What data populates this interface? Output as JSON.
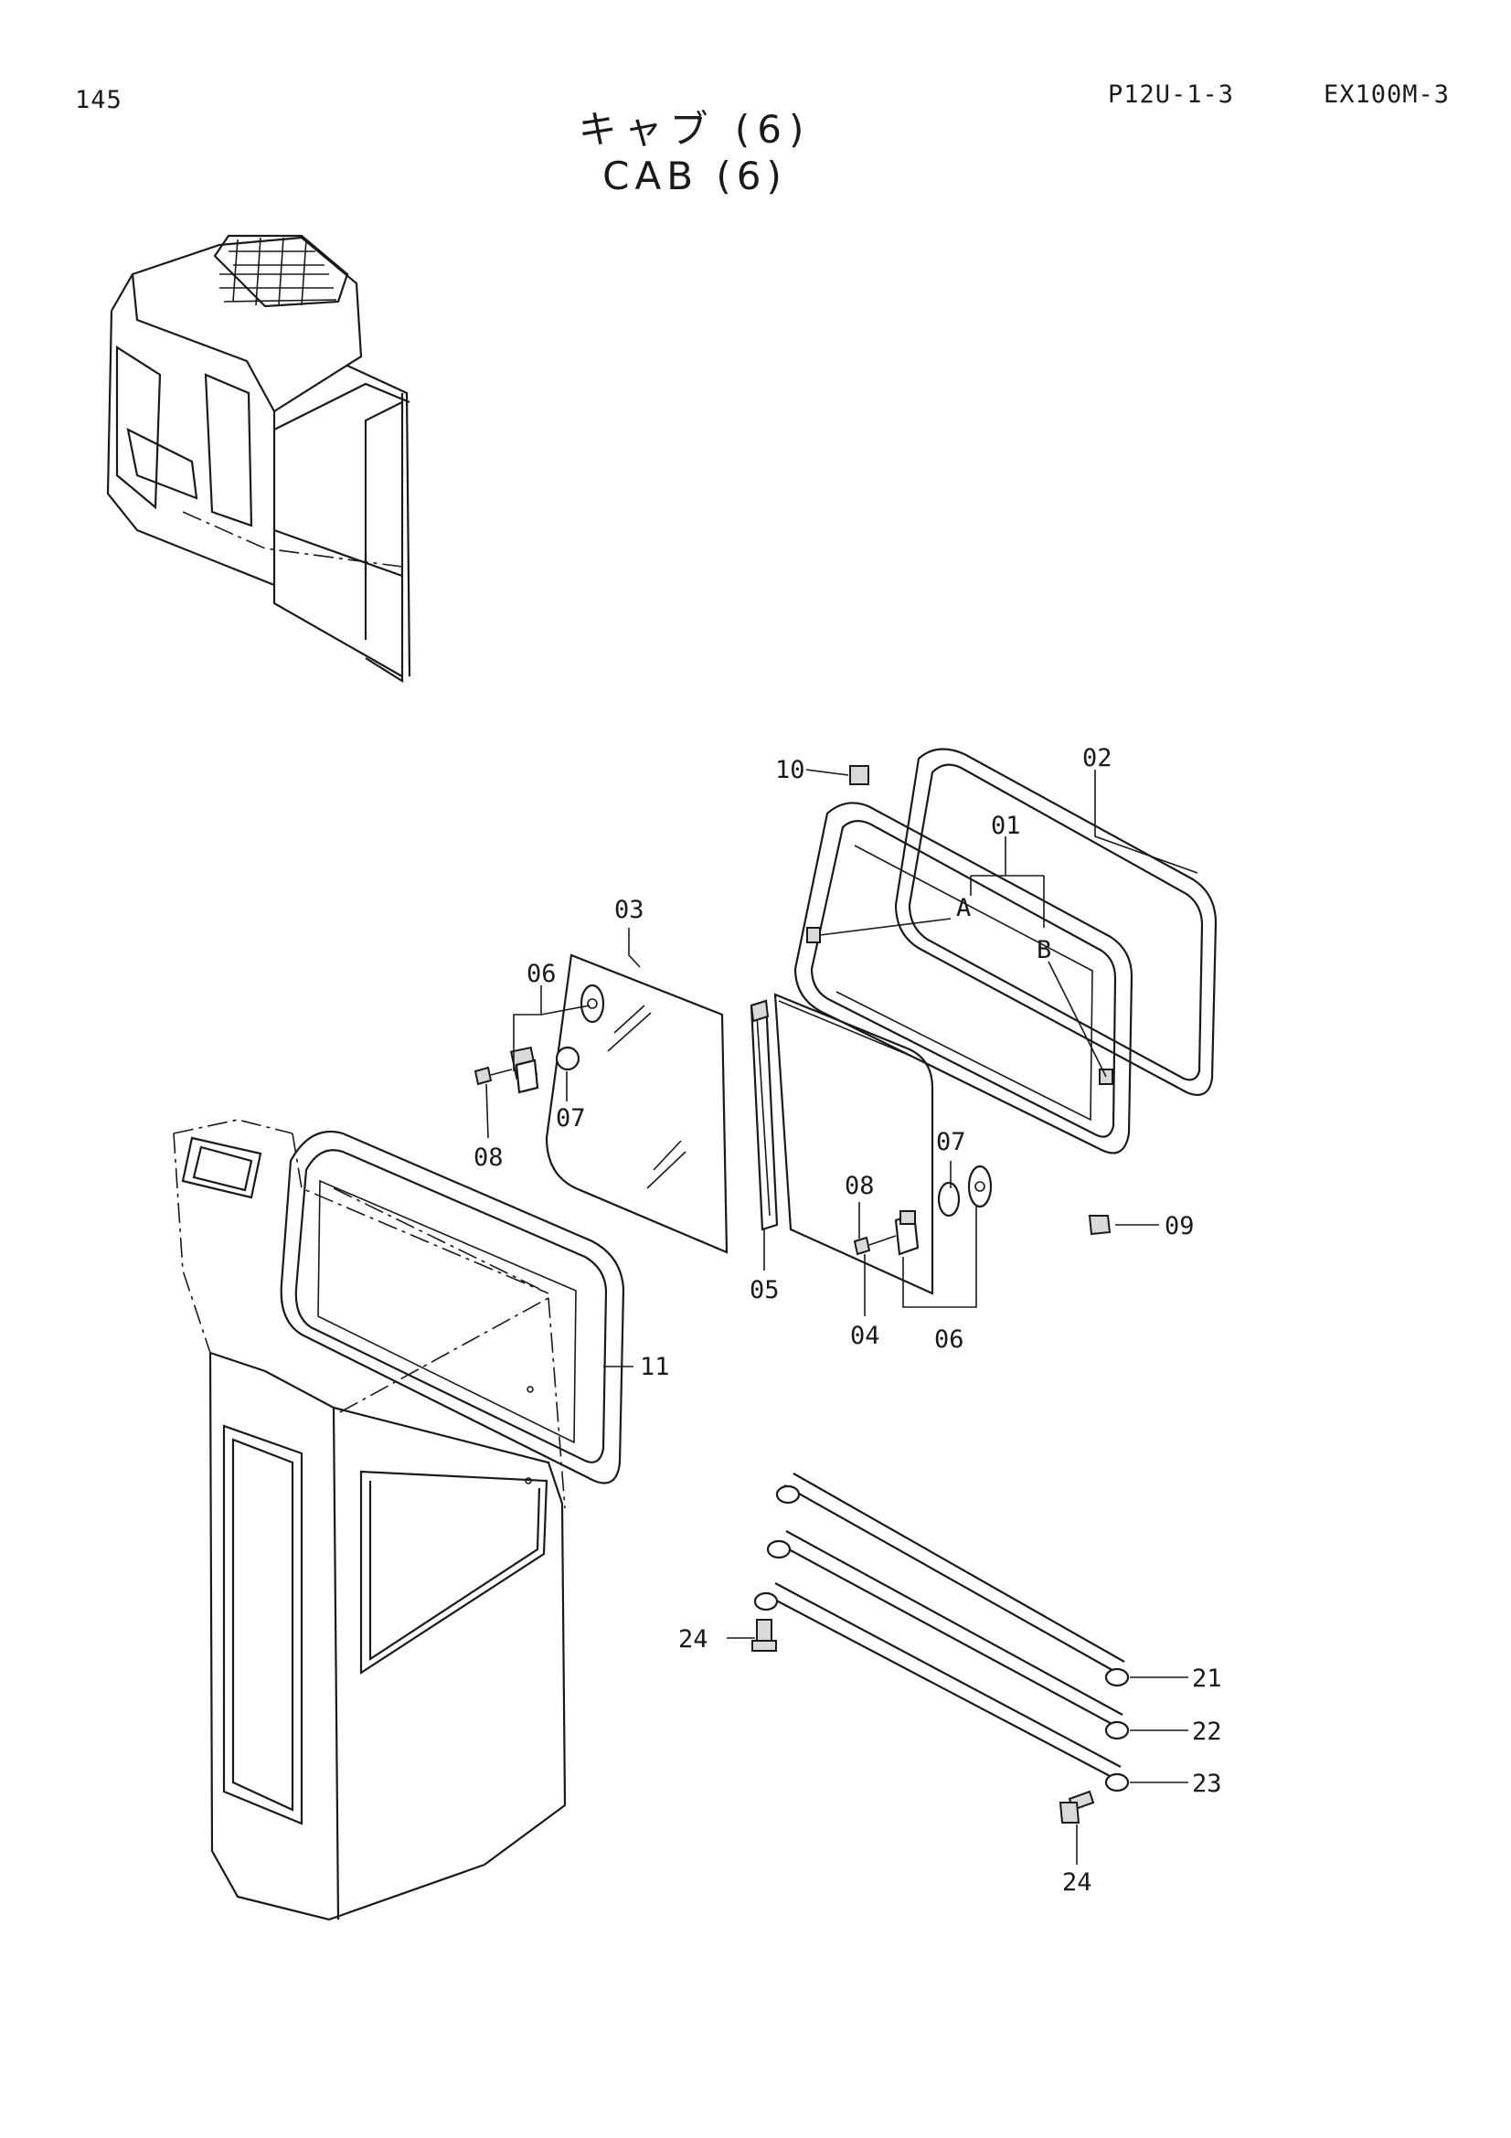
{
  "header": {
    "page_number": "145",
    "drawing_code": "P12U-1-3",
    "model": "EX100M-3",
    "title_jp": "キャブ (6)",
    "title_en": "CAB (6)"
  },
  "callouts": {
    "p01": "01",
    "p02": "02",
    "p03": "03",
    "p04": "04",
    "p05": "05",
    "p06a": "06",
    "p06b": "06",
    "p07a": "07",
    "p07b": "07",
    "p08a": "08",
    "p08b": "08",
    "p09": "09",
    "p10": "10",
    "p11": "11",
    "p21": "21",
    "p22": "22",
    "p23": "23",
    "p24a": "24",
    "p24b": "24",
    "refA": "A",
    "refB": "B"
  }
}
